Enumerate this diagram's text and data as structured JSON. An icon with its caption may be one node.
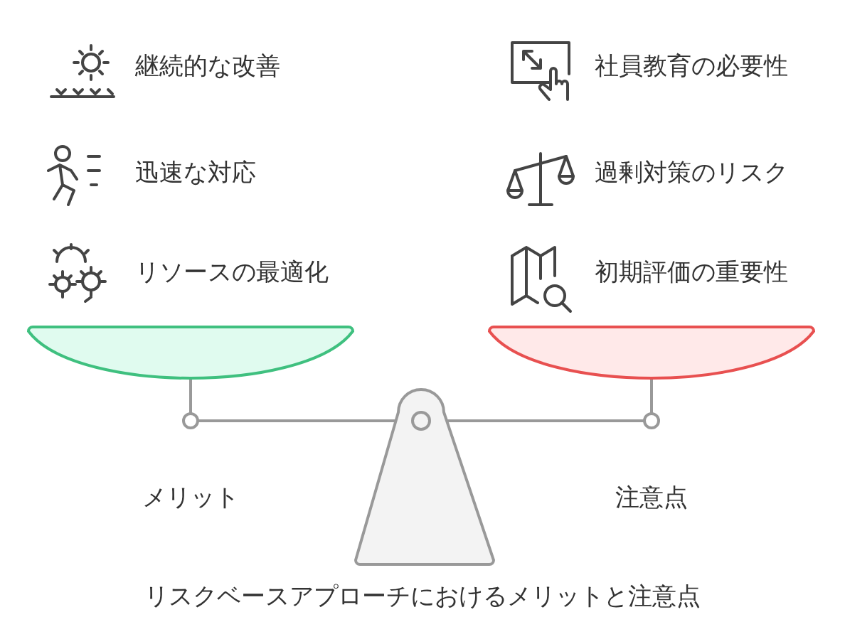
{
  "diagram": {
    "caption": "リスクベースアプローチにおけるメリットと注意点",
    "labels": [
      "継続的な改善",
      "社員教育の必要性",
      "迅速な対応",
      "過剰対策のリスク",
      "リソースの最適化",
      "初期評価の重要性",
      "メリット",
      "注意点"
    ]
  }
}
